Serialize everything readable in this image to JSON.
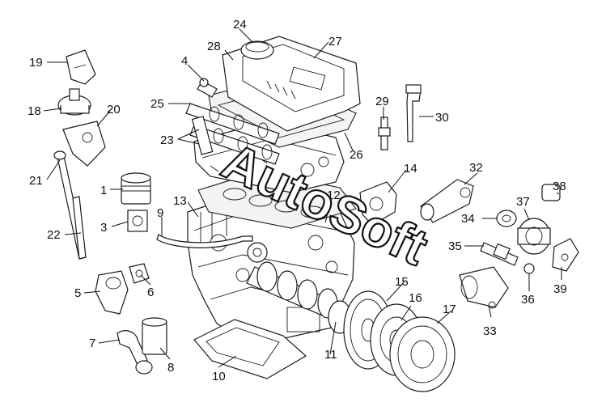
{
  "diagram": {
    "watermark": "AutoSoft",
    "callouts": [
      "1",
      "3",
      "4",
      "5",
      "6",
      "7",
      "8",
      "9",
      "10",
      "11",
      "12",
      "13",
      "14",
      "15",
      "16",
      "17",
      "18",
      "19",
      "20",
      "21",
      "22",
      "23",
      "24",
      "25",
      "26",
      "27",
      "28",
      "29",
      "30",
      "32",
      "33",
      "34",
      "35",
      "36",
      "37",
      "38",
      "39"
    ]
  }
}
